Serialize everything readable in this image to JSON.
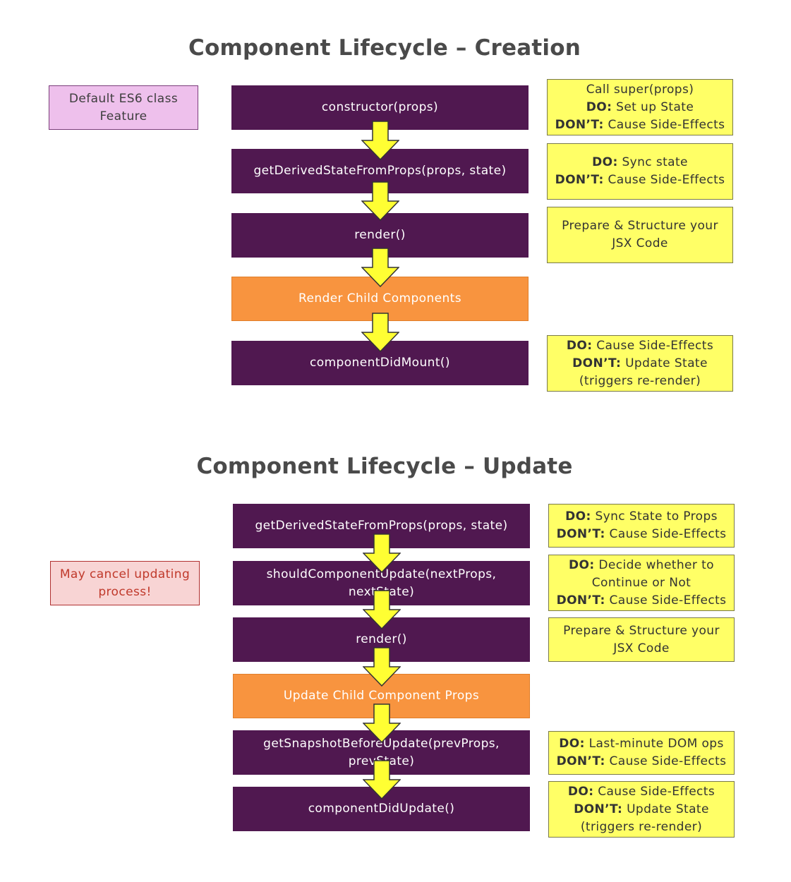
{
  "creation": {
    "title": "Component Lifecycle – Creation",
    "side_note": {
      "line1": "Default ES6 class",
      "line2": "Feature"
    },
    "steps": [
      {
        "label": "constructor(props)"
      },
      {
        "label": "getDerivedStateFromProps(props, state)"
      },
      {
        "label": "render()"
      },
      {
        "label": "Render Child Components"
      },
      {
        "label": "componentDidMount()"
      }
    ],
    "notes": [
      {
        "l1_bold": "",
        "l1": "Call super(props)",
        "l2_bold": "DO:",
        "l2": " Set up State",
        "l3_bold": "DON’T:",
        "l3": " Cause Side-Effects"
      },
      {
        "l1_bold": "DO:",
        "l1": " Sync state",
        "l2_bold": "DON’T:",
        "l2": " Cause Side-Effects"
      },
      {
        "l1": "Prepare & Structure your",
        "l2": "JSX Code"
      },
      {
        "l1_bold": "DO:",
        "l1": " Cause Side-Effects",
        "l2_bold": "DON’T:",
        "l2": " Update State",
        "l3": "(triggers re-render)"
      }
    ]
  },
  "update": {
    "title": "Component Lifecycle – Update",
    "side_note": {
      "line1": "May cancel updating",
      "line2": "process!"
    },
    "steps": [
      {
        "label": "getDerivedStateFromProps(props, state)"
      },
      {
        "line1": "shouldComponentUpdate(nextProps,",
        "line2": "nextState)"
      },
      {
        "label": "render()"
      },
      {
        "label": "Update Child Component Props"
      },
      {
        "line1": "getSnapshotBeforeUpdate(prevProps,",
        "line2": "prevState)"
      },
      {
        "label": "componentDidUpdate()"
      }
    ],
    "notes": [
      {
        "l1_bold": "DO:",
        "l1": " Sync State to Props",
        "l2_bold": "DON’T:",
        "l2": " Cause Side-Effects"
      },
      {
        "l1_bold": "DO:",
        "l1": " Decide whether to",
        "l2": "Continue or Not",
        "l3_bold": "DON’T:",
        "l3": " Cause Side-Effects"
      },
      {
        "l1": "Prepare & Structure your",
        "l2": "JSX Code"
      },
      {
        "l1_bold": "DO:",
        "l1": " Last-minute DOM ops",
        "l2_bold": "DON’T:",
        "l2": " Cause Side-Effects"
      },
      {
        "l1_bold": "DO:",
        "l1": " Cause Side-Effects",
        "l2_bold": "DON’T:",
        "l2": " Update State",
        "l3": "(triggers re-render)"
      }
    ]
  },
  "colors": {
    "step_bg": "#501850",
    "child_bg": "#f8943f",
    "note_bg": "#ffff66",
    "arrow_fill": "#ffff33",
    "side_pink": "#eec0ec",
    "side_red": "#f8d4d4"
  }
}
